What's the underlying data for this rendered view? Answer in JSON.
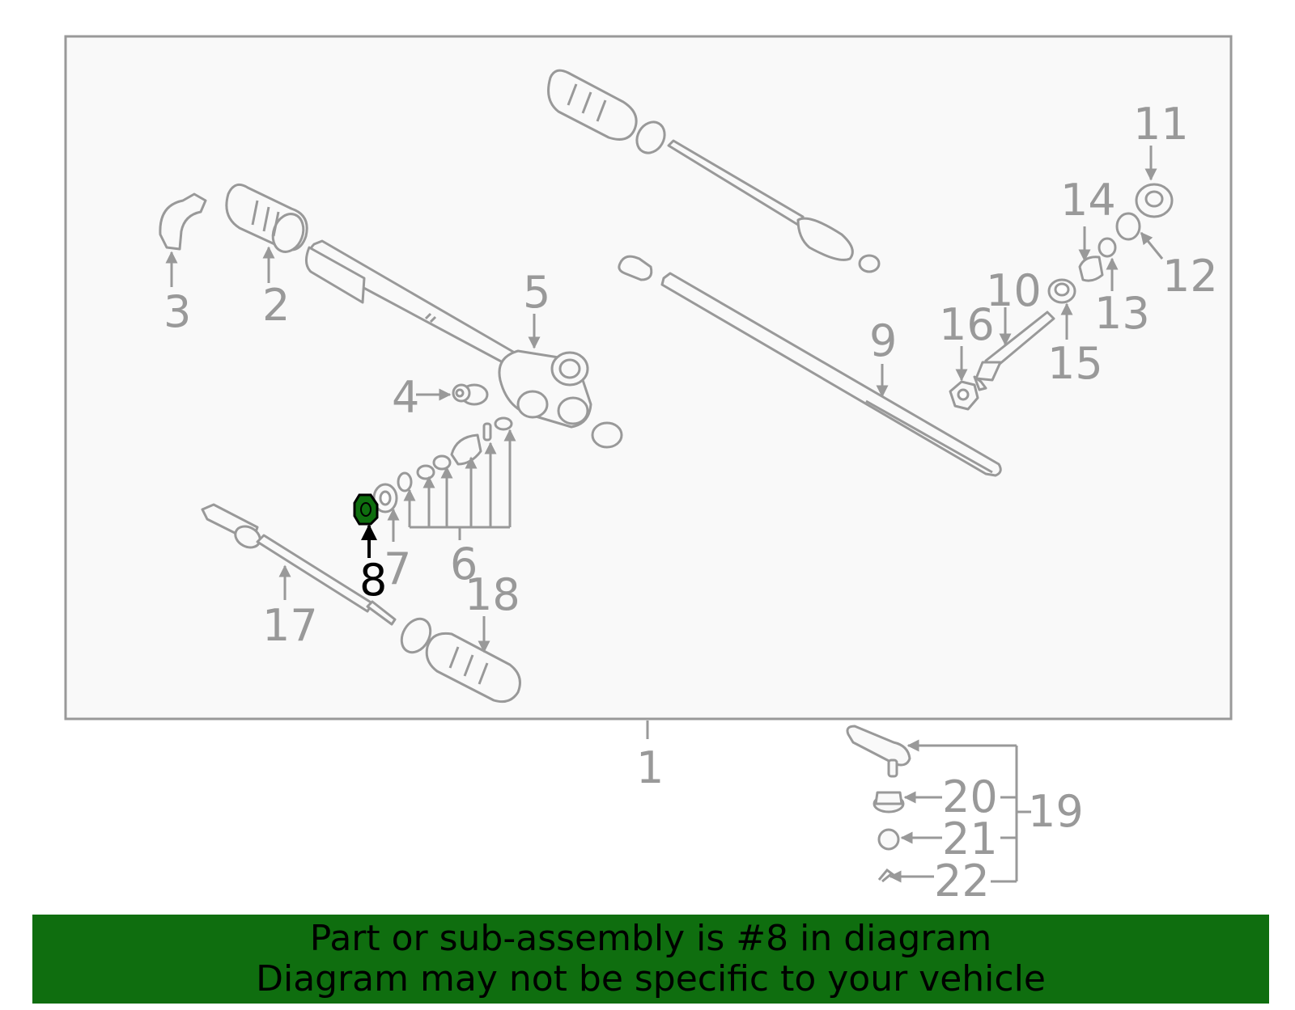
{
  "labels": {
    "p1": "1",
    "p2": "2",
    "p3": "3",
    "p4": "4",
    "p5": "5",
    "p6": "6",
    "p7": "7",
    "p8": "8",
    "p9": "9",
    "p10": "10",
    "p11": "11",
    "p12": "12",
    "p13": "13",
    "p14": "14",
    "p15": "15",
    "p16": "16",
    "p17": "17",
    "p18": "18",
    "p19": "19",
    "p20": "20",
    "p21": "21",
    "p22": "22"
  },
  "highlighted_part": "8",
  "banner": {
    "line1": "Part or sub-assembly is #8 in diagram",
    "line2": "Diagram may not be specific to your vehicle"
  },
  "colors": {
    "frame": "#999999",
    "panel": "#f9f9f9",
    "banner": "#0f6e0f",
    "highlight": "#0f6e0f",
    "highlight_label": "#000000"
  }
}
